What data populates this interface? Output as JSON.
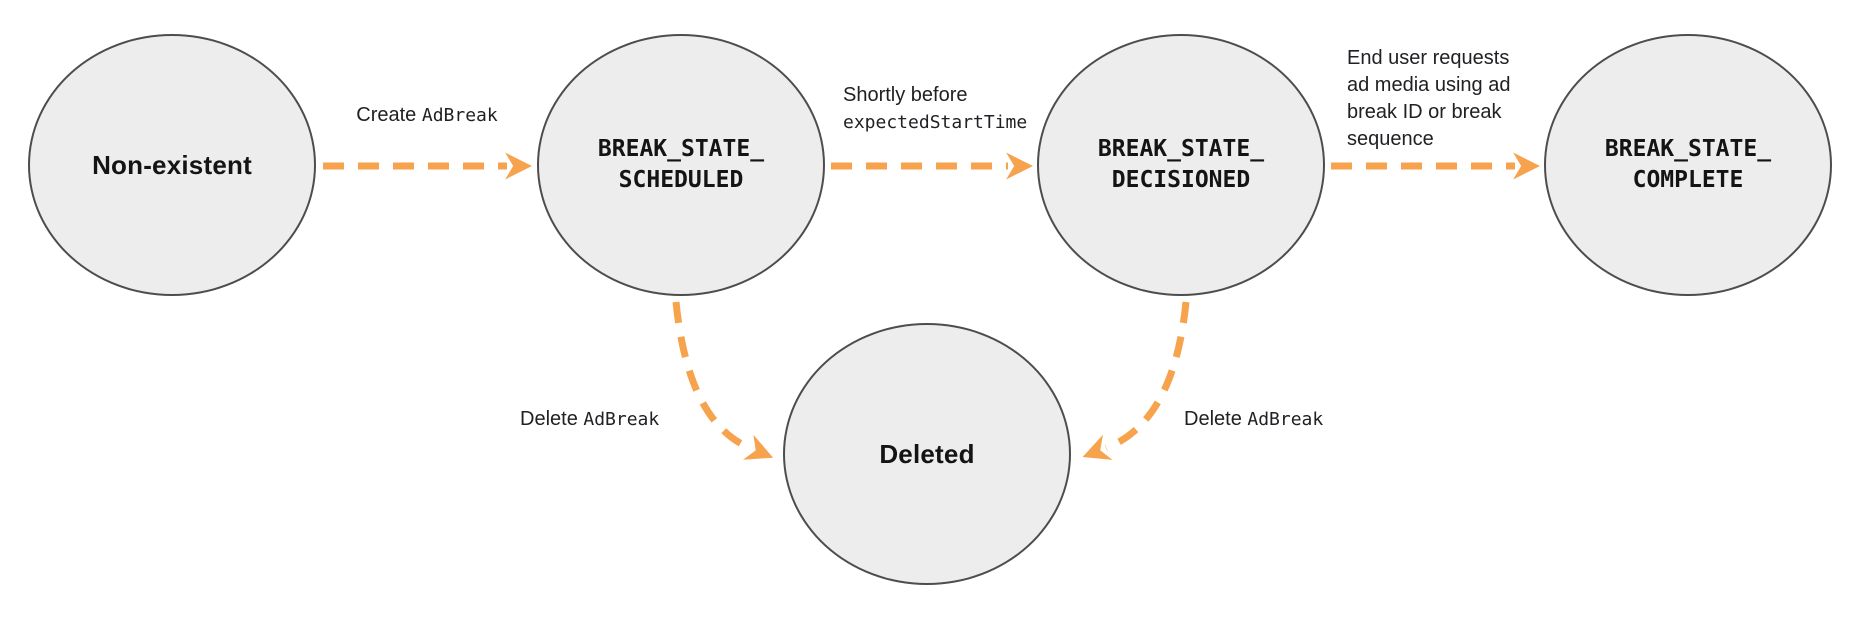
{
  "diagram": {
    "title_hint": "Ad break state transition diagram",
    "colors": {
      "background": "#ffffff",
      "node_fill": "#ededed",
      "node_stroke": "#4d4d4d",
      "arrow": "#f7a24c",
      "text": "#141414"
    },
    "nodes": [
      {
        "id": "non-existent",
        "label": "Non-existent",
        "style": "plain"
      },
      {
        "id": "break-state-scheduled",
        "label_line1": "BREAK_STATE_",
        "label_line2": "SCHEDULED",
        "style": "code"
      },
      {
        "id": "break-state-decisioned",
        "label_line1": "BREAK_STATE_",
        "label_line2": "DECISIONED",
        "style": "code"
      },
      {
        "id": "break-state-complete",
        "label_line1": "BREAK_STATE_",
        "label_line2": "COMPLETE",
        "style": "code"
      },
      {
        "id": "deleted",
        "label": "Deleted",
        "style": "plain"
      }
    ],
    "edges": [
      {
        "from": "non-existent",
        "to": "break-state-scheduled",
        "label_plain": "Create ",
        "label_code": "AdBreak"
      },
      {
        "from": "break-state-scheduled",
        "to": "break-state-decisioned",
        "label_plain": "Shortly before",
        "label_code": "expectedStartTime"
      },
      {
        "from": "break-state-decisioned",
        "to": "break-state-complete",
        "label_lines": [
          "End user requests",
          "ad media using ad",
          "break ID or break",
          "sequence"
        ]
      },
      {
        "from": "break-state-scheduled",
        "to": "deleted",
        "label_plain": "Delete ",
        "label_code": "AdBreak"
      },
      {
        "from": "break-state-decisioned",
        "to": "deleted",
        "label_plain": "Delete ",
        "label_code": "AdBreak"
      }
    ]
  }
}
